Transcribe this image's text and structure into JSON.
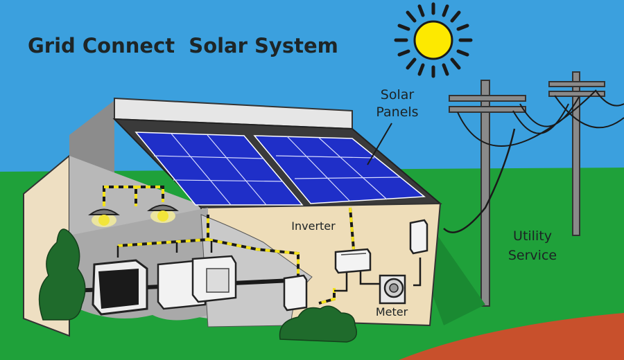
{
  "title": "Grid Connect  Solar System",
  "labels": {
    "solar_panels": [
      "Solar",
      "Panels"
    ],
    "utility_service": [
      "Utility",
      "Service"
    ],
    "inverter": "Inverter",
    "meter": "Meter"
  },
  "colors": {
    "sky": "#3ba0de",
    "grass": "#1fa13a",
    "path": "#c8502c",
    "house_wall": "#eeddb9",
    "panel": "#1f2fc8",
    "sun": "#fde900",
    "wire_yellow": "#f3e21b"
  },
  "icons": [
    "sun-icon",
    "solar-panel-icon",
    "utility-pole-icon",
    "lamp-icon",
    "tv-icon",
    "appliance-icon",
    "inverter-box-icon",
    "electric-meter-icon",
    "breaker-box-icon",
    "bush-icon"
  ]
}
